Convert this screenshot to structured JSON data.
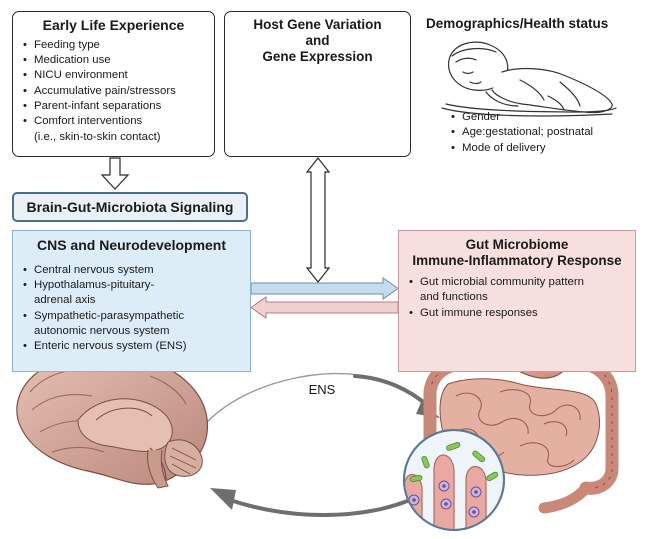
{
  "early_life": {
    "title": "Early Life Experience",
    "items": [
      "Feeding type",
      "Medication use",
      "NICU environment",
      "Accumulative pain/stressors",
      "Parent-infant separations",
      "Comfort interventions\n(i.e., skin-to-skin contact)"
    ]
  },
  "host_gene": {
    "title": "Host Gene Variation\nand\nGene Expression"
  },
  "demographics": {
    "title": "Demographics/Health status",
    "items": [
      "Gender",
      "Age:gestational; postnatal",
      "Mode of delivery"
    ]
  },
  "bgm_signaling": {
    "title": "Brain-Gut-Microbiota Signaling"
  },
  "cns": {
    "title": "CNS and Neurodevelopment",
    "items": [
      "Central nervous system",
      "Hypothalamus-pituitary-\nadrenal axis",
      "Sympathetic-parasympathetic\nautonomic nervous system",
      "Enteric nervous system (ENS)"
    ]
  },
  "gut": {
    "title": "Gut Microbiome\nImmune-Inflammatory Response",
    "items": [
      "Gut microbial community pattern\nand functions",
      "Gut immune responses"
    ]
  },
  "ens_label": "ENS",
  "colors": {
    "border": "#2b2b2b",
    "cns_fill": "#dcedf7",
    "cns_border": "#8fb3cc",
    "gut_fill": "#f7dfe0",
    "gut_border": "#c99a9c",
    "signal_fill": "#e9f1f6",
    "signal_border": "#4f6f86",
    "arrow_blue": "#c6dced",
    "arrow_pink": "#efcfd0",
    "dna_red": "#d9534f",
    "dna_blue": "#3b7bbf",
    "brain": "#c99b8c",
    "gut_organ": "#d49a8c"
  },
  "icons": [
    "sleeping-infant-illustration",
    "dna-chromosome-illustration",
    "brain-illustration",
    "intestine-illustration",
    "gut-microbiota-magnifier"
  ]
}
